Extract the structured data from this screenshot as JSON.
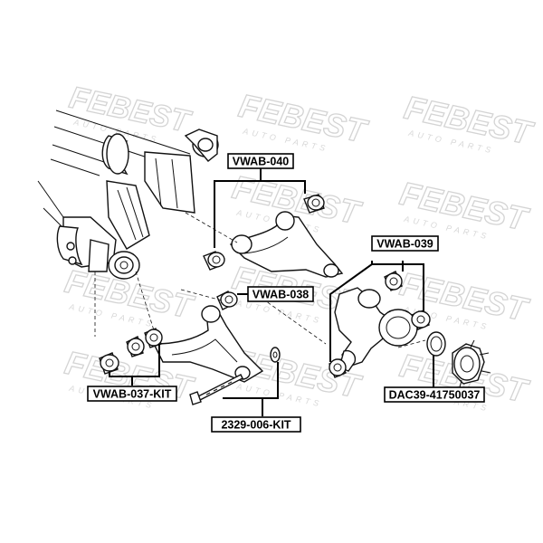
{
  "watermark": {
    "brand": "FEBEST",
    "tagline": "AUTO PARTS"
  },
  "labels": {
    "vwab_040": "VWAB-040",
    "vwab_039": "VWAB-039",
    "vwab_038": "VWAB-038",
    "vwab_037_kit": "VWAB-037-KIT",
    "kit_2329_006": "2329-006-KIT",
    "dac39": "DAC39-41750037"
  }
}
